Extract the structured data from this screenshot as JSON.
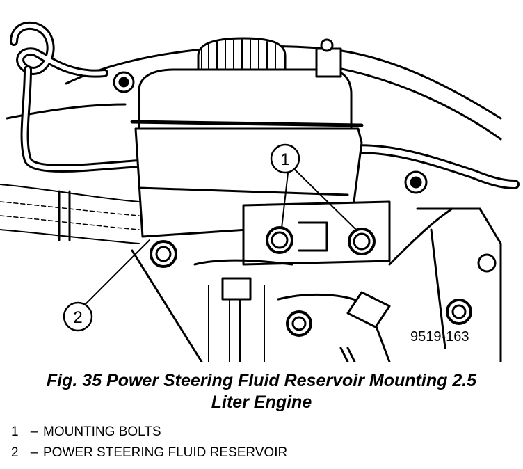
{
  "figure": {
    "callouts": [
      {
        "number": "1"
      },
      {
        "number": "2"
      }
    ],
    "part_number": "9519-163"
  },
  "caption": {
    "line1": "Fig. 35 Power Steering Fluid Reservoir Mounting 2.5",
    "line2": "Liter Engine"
  },
  "legend": [
    {
      "number": "1",
      "separator": "–",
      "text": "MOUNTING BOLTS"
    },
    {
      "number": "2",
      "separator": "–",
      "text": "POWER STEERING FLUID RESERVOIR"
    }
  ]
}
